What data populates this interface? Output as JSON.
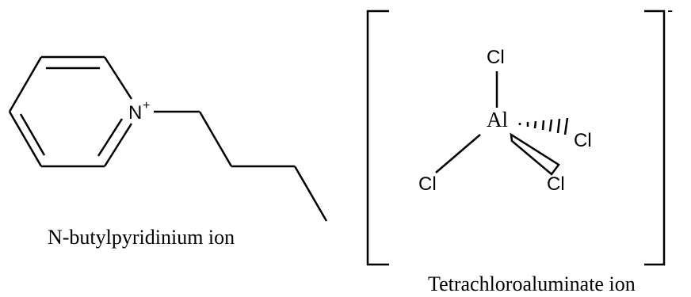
{
  "cation": {
    "nitrogen_label": "N",
    "nitrogen_charge": "+",
    "caption": "N-butylpyridinium ion"
  },
  "anion": {
    "aluminium_label": "Al",
    "chlorine_top": "Cl",
    "chlorine_left": "Cl",
    "chlorine_right": "Cl",
    "chlorine_bottom_right": "Cl",
    "bracket_charge": "-",
    "caption": "Tetrachloroaluminate ion"
  }
}
